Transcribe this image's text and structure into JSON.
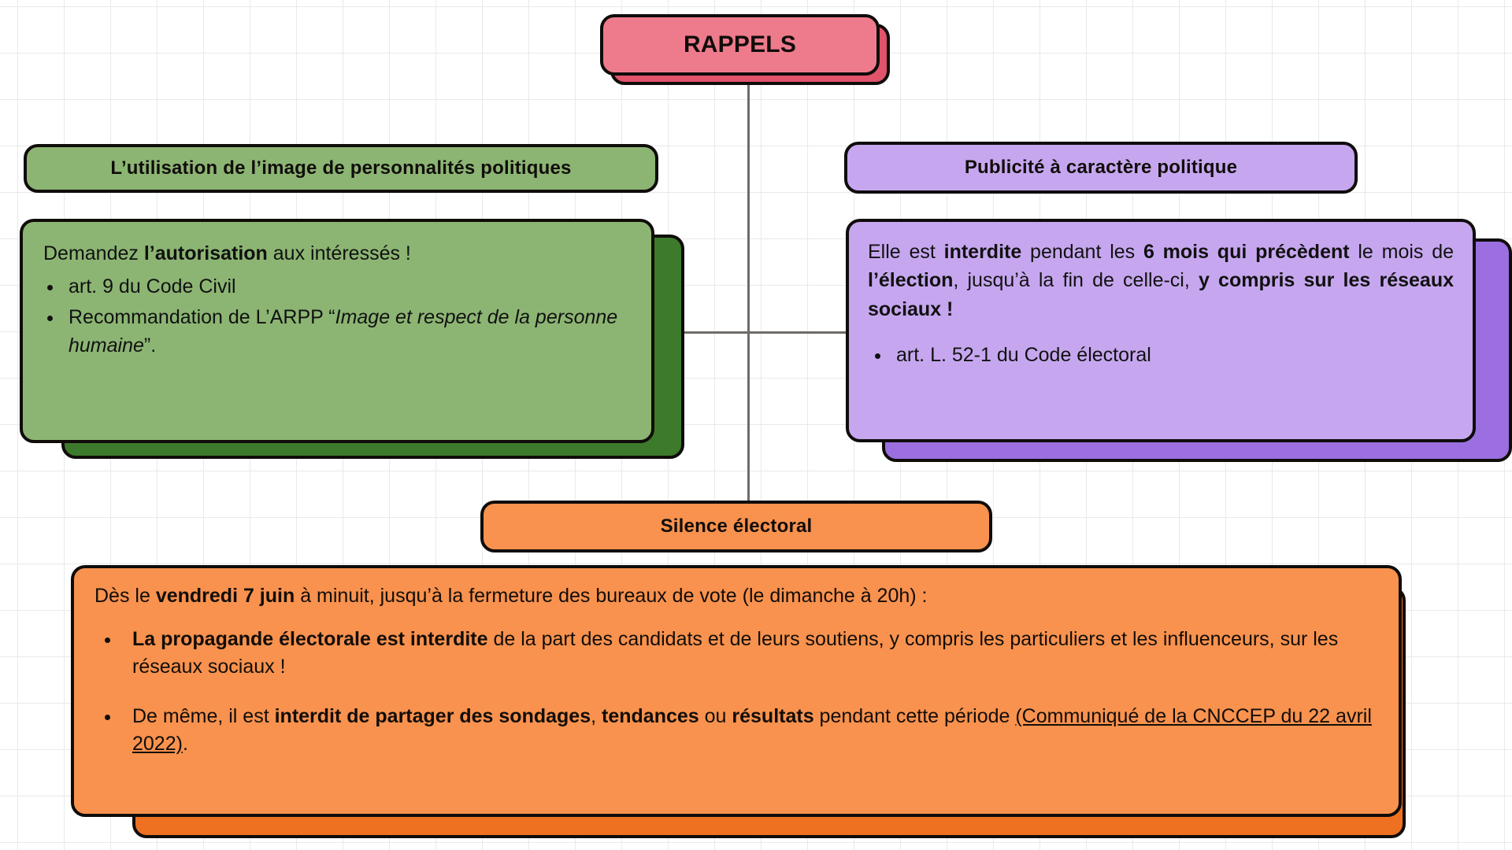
{
  "diagram": {
    "title": "RAPPELS",
    "background": {
      "grid": true,
      "grid_color": "#e9e9e9",
      "page_color": "#ffffff"
    },
    "connector_color": "#6f6b68"
  },
  "root": {
    "label": "RAPPELS",
    "fill": "#ee7b8c",
    "shadow": "#e0536b"
  },
  "branches": [
    {
      "id": "image-personnalites",
      "header": "L’utilisation de l’image de personnalités politiques",
      "fill": "#8cb573",
      "shadow": "#3d7a2c",
      "body": {
        "intro_prefix": "Demandez ",
        "intro_bold": "l’autorisation",
        "intro_suffix": " aux intéressés !",
        "bullets": [
          {
            "plain": "art. 9 du Code Civil"
          },
          {
            "prefix": "Recommandation de L’ARPP “",
            "italic": "Image et respect de la personne humaine",
            "suffix": "”."
          }
        ]
      }
    },
    {
      "id": "publicite-politique",
      "header": "Publicité à caractère politique",
      "fill": "#c6a7ef",
      "shadow": "#9b6fe0",
      "body": {
        "p1_a": "Elle est ",
        "p1_b": "interdite",
        "p1_c": " pendant les ",
        "p1_d": "6 mois qui précèdent",
        "p1_e": " le mois de ",
        "p1_f": "l’élection",
        "p1_g": ", jusqu’à la fin de celle-ci, ",
        "p1_h": "y compris sur les réseaux sociaux !",
        "bullets": [
          {
            "plain": "art. L. 52-1 du Code électoral"
          }
        ]
      }
    },
    {
      "id": "silence-electoral",
      "header": "Silence électoral",
      "fill": "#f8924e",
      "shadow": "#ee7121",
      "body": {
        "intro_a": "Dès le ",
        "intro_b": "vendredi 7 juin",
        "intro_c": " à minuit, jusqu’à la fermeture des bureaux de vote (le dimanche  à 20h) :",
        "bullet1_a": "La propagande électorale est interdite",
        "bullet1_b": " de la part des candidats et de leurs soutiens, y compris les particuliers et les influenceurs, sur les réseaux sociaux !",
        "bullet2_a": "De même, il est ",
        "bullet2_b": "interdit de partager des sondages",
        "bullet2_c": ", ",
        "bullet2_d": "tendances",
        "bullet2_e": " ou ",
        "bullet2_f": "résultats",
        "bullet2_g": " pendant cette période ",
        "bullet2_link": "(Communiqué de la CNCCEP du 22 avril 2022)",
        "bullet2_h": "."
      }
    }
  ]
}
